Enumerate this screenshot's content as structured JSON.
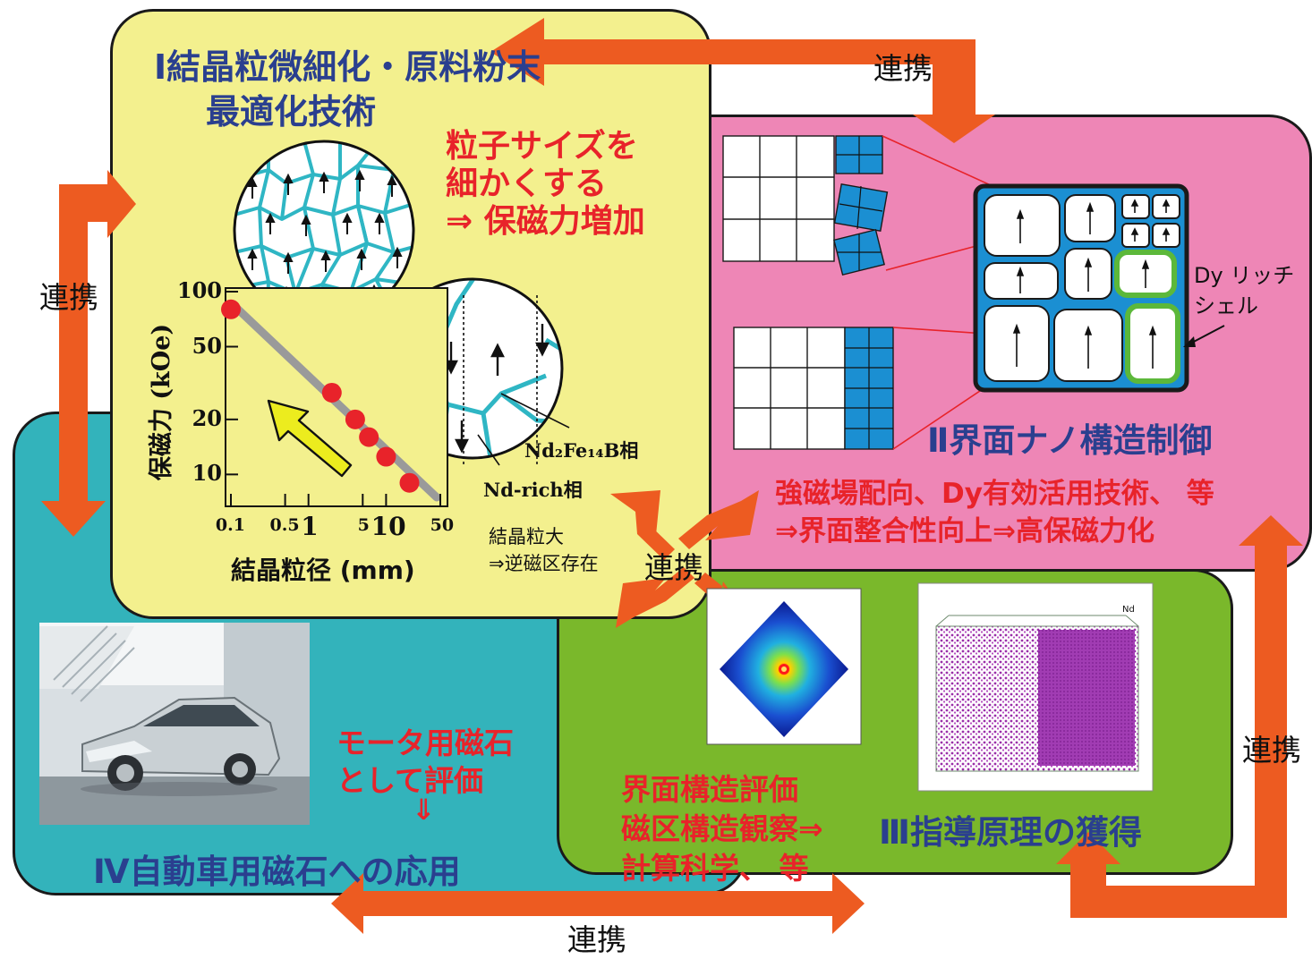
{
  "colors": {
    "panel_yellow": "#f3f08e",
    "panel_pink": "#ee86b6",
    "panel_teal": "#33b3bb",
    "panel_green": "#7ab82b",
    "arrow_orange": "#ed5b21",
    "title_blue": "#2a3f8f",
    "accent_red": "#e8232a",
    "grain_boundary": "#2fb6c4",
    "shell_green": "#5cb83a",
    "magnet_blue": "#1b8fd2"
  },
  "panel1": {
    "title_line1": "Ⅰ結晶粒微細化・原料粉末",
    "title_line2": "最適化技術",
    "effect_line1": "粒子サイズを",
    "effect_line2": "細かくする",
    "effect_line3": "⇒ 保磁力増加",
    "chart": {
      "ylabel": "保磁力 (kOe)",
      "xlabel": "結晶粒径 (mm)",
      "yticks": [
        "100",
        "50",
        "20",
        "10"
      ],
      "xticks": [
        "0.1",
        "0.5",
        "1",
        "5",
        "10",
        "50"
      ]
    },
    "label_main_phase": "Nd₂Fe₁₄B相",
    "label_boundary_phase": "Nd-rich相",
    "note_line1": "結晶粒大",
    "note_line2": "⇒逆磁区存在"
  },
  "panel2": {
    "title": "Ⅱ界面ナノ構造制御",
    "shell_label_line1": "Dy リッチ",
    "shell_label_line2": "シェル",
    "effect_line1": "強磁場配向、Dy有効活用技術、 等",
    "effect_line2": "⇒界面整合性向上⇒高保磁力化"
  },
  "panel3": {
    "title": "Ⅲ指導原理の獲得",
    "method_line1": "界面構造評価",
    "method_line2": "磁区構造観察⇒",
    "method_line3": "計算科学、 等",
    "atomprobe_label": "Nd"
  },
  "panel4": {
    "title": "Ⅳ自動車用磁石への応用",
    "eval_line1": "モータ用磁石",
    "eval_line2": "として評価",
    "eval_arrow": "⇓"
  },
  "links": {
    "top": "連携",
    "left": "連携",
    "center": "連携",
    "right": "連携",
    "bottom": "連携"
  },
  "chart_data": {
    "type": "scatter",
    "title": "",
    "xlabel": "結晶粒径 (mm)",
    "ylabel": "保磁力 (kOe)",
    "xscale": "log",
    "yscale": "log",
    "xlim": [
      0.1,
      50
    ],
    "ylim": [
      7,
      100
    ],
    "x": [
      0.1,
      2,
      4,
      6,
      10,
      20
    ],
    "y": [
      80,
      28,
      20,
      16,
      12.5,
      9
    ],
    "trend": "decreasing"
  }
}
